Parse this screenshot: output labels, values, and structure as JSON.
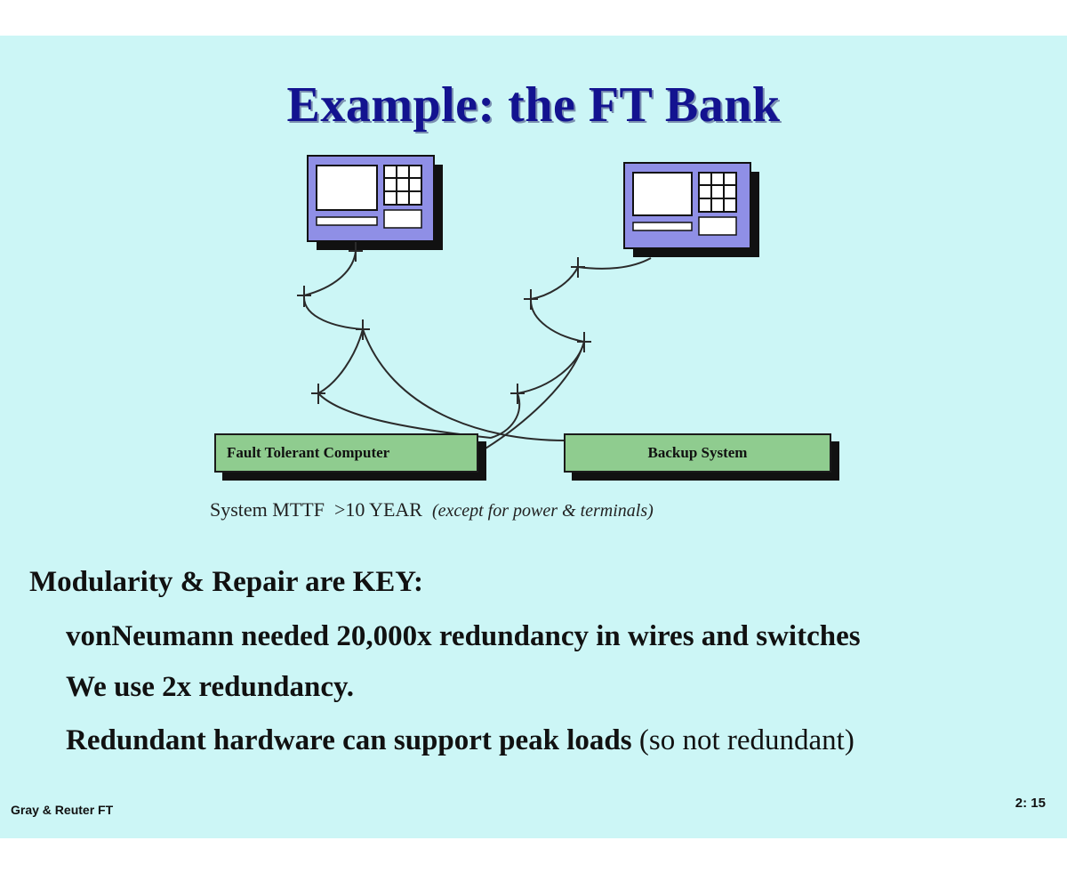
{
  "slide": {
    "title": "Example: the FT Bank",
    "diagram": {
      "nodes": {
        "fault_tolerant_computer": "Fault Tolerant Computer",
        "backup_system": "Backup System"
      },
      "caption_main": "System MTTF  >10 YEAR",
      "caption_note": "(except for power & terminals)"
    },
    "bullets": {
      "heading": "Modularity & Repair are KEY:",
      "item1": "vonNeumann needed 20,000x redundancy in wires and switches",
      "item2": "We use 2x redundancy.",
      "item3_bold": "Redundant hardware can support peak loads",
      "item3_normal": " (so not redundant)"
    },
    "footer": {
      "left": "Gray & Reuter  FT",
      "right": "2: 15"
    }
  },
  "colors": {
    "background": "#ccf6f6",
    "title": "#131390",
    "terminal": "#8f8fe6",
    "box": "#8fcc8f"
  },
  "icons": [
    "terminal-icon",
    "network-switch-icon"
  ]
}
